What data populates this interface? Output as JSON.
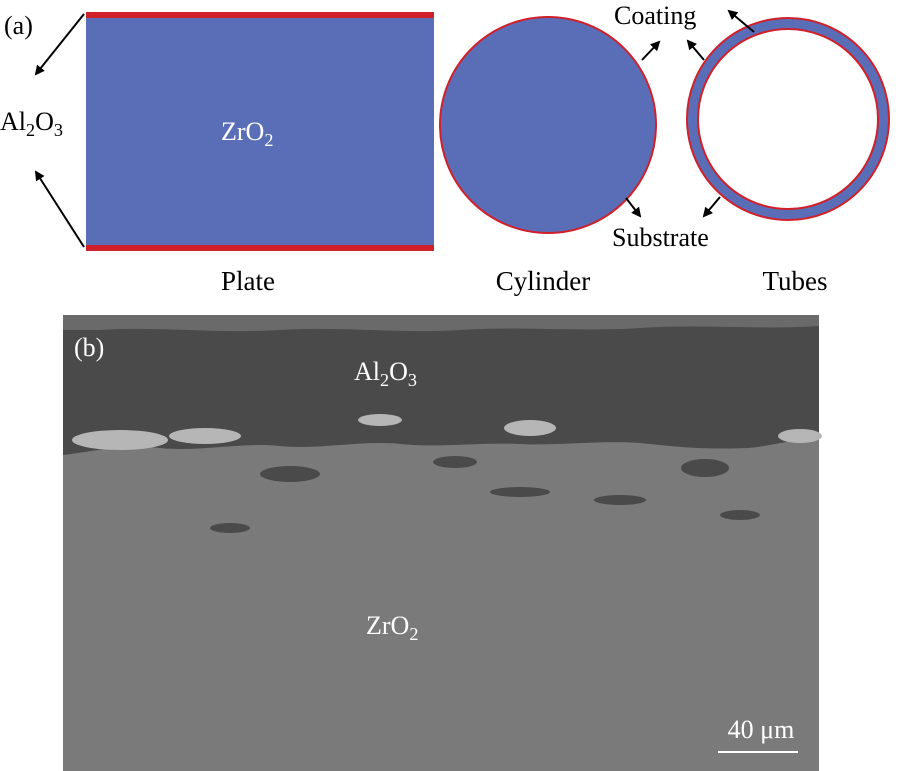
{
  "panel_a": {
    "label": "(a)",
    "coating_material": {
      "base": "Al",
      "sub1": "2",
      "mid": "O",
      "sub2": "3"
    },
    "substrate_material": {
      "base": "ZrO",
      "sub": "2"
    },
    "geometries": [
      "Plate",
      "Cylinder",
      "Tubes"
    ],
    "coating_label": "Coating",
    "substrate_label": "Substrate"
  },
  "panel_b": {
    "label": "(b)",
    "top_layer": {
      "base": "Al",
      "sub1": "2",
      "mid": "O",
      "sub2": "3"
    },
    "bottom_layer": {
      "base": "ZrO",
      "sub": "2"
    },
    "scale_bar": "40 μm"
  },
  "colors": {
    "substrate": "#5a6eb8",
    "coating": "#d0202a",
    "sem_coating": "#4a4a4a",
    "sem_substrate": "#7a7a7a",
    "sem_particle": "#b6b6b6"
  }
}
